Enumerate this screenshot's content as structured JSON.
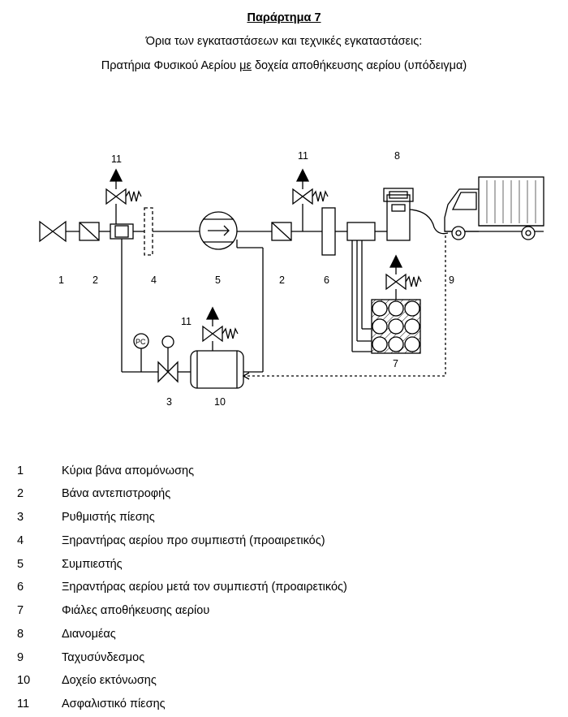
{
  "header": {
    "title": "Παράρτημα 7",
    "subtitle_1": "Όρια των εγκαταστάσεων και τεχνικές εγκαταστάσεις:",
    "subtitle_2_before": "Πρατήρια Φυσικού Αερίου ",
    "subtitle_2_underlined": "με",
    "subtitle_2_after": " δοχεία αποθήκευσης αερίου (υπόδειγμα)"
  },
  "diagram": {
    "labels": {
      "n1": "1",
      "n2a": "2",
      "n2b": "2",
      "n3": "3",
      "n4": "4",
      "n5": "5",
      "n6": "6",
      "n7": "7",
      "n8": "8",
      "n9": "9",
      "n10": "10",
      "n11a": "11",
      "n11b": "11",
      "n11c": "11"
    },
    "pc_label": "PC"
  },
  "legend": [
    {
      "num": "1",
      "desc": "Κύρια βάνα απομόνωσης"
    },
    {
      "num": "2",
      "desc": "Βάνα αντεπιστροφής"
    },
    {
      "num": "3",
      "desc": "Ρυθμιστής πίεσης"
    },
    {
      "num": "4",
      "desc": "Ξηραντήρας αερίου προ συμπιεστή (προαιρετικός)"
    },
    {
      "num": "5",
      "desc": "Συμπιεστής"
    },
    {
      "num": "6",
      "desc": "Ξηραντήρας αερίου μετά τον συμπιεστή (προαιρετικός)"
    },
    {
      "num": "7",
      "desc": "Φιάλες αποθήκευσης αερίου"
    },
    {
      "num": "8",
      "desc": "Διανομέας"
    },
    {
      "num": "9",
      "desc": "Ταχυσύνδεσμος"
    },
    {
      "num": "10",
      "desc": "Δοχείο εκτόνωσης"
    },
    {
      "num": "11",
      "desc": "Ασφαλιστικό πίεσης"
    }
  ]
}
